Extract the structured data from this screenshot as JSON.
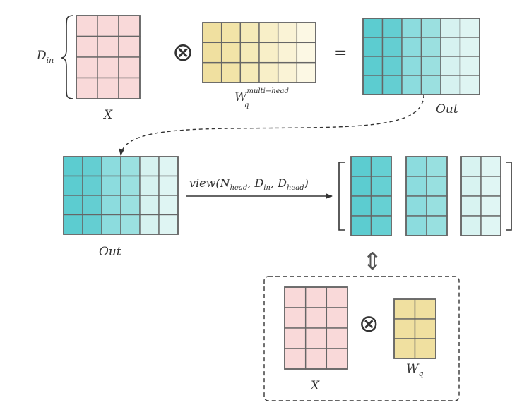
{
  "labels": {
    "d_in": {
      "base": "D",
      "sub": "in"
    },
    "x_top": "X",
    "wq_multi": {
      "base": "W",
      "sub": "q",
      "sup": "multi−head"
    },
    "out_top": "Out",
    "out_mid": "Out",
    "equals": "=",
    "view_call": {
      "fn": "view(",
      "a1": {
        "base": "N",
        "sub": "head"
      },
      "a2": {
        "base": "D",
        "sub": "in"
      },
      "a3": {
        "base": "D",
        "sub": "head"
      },
      "sep": ", ",
      "close": ")"
    },
    "x_box": "X",
    "wq_box": {
      "base": "W",
      "sub": "q"
    }
  },
  "operators": {
    "tensor_product": "⊗",
    "equivalence_arrow": "⇕"
  },
  "grids": {
    "x_top": {
      "rows": 4,
      "cols": 3,
      "colors": [
        "#f9d9d9"
      ]
    },
    "wq_multi": {
      "rows": 3,
      "cols": 6,
      "colors": [
        "#f0e0a0",
        "#f2e4a8",
        "#f5eab8",
        "#f8efc8",
        "#faf3d6",
        "#fcf8e4"
      ]
    },
    "out_top": {
      "rows": 4,
      "cols": 6,
      "colors": [
        "#5cccd0",
        "#64ced2",
        "#8cdcde",
        "#9be0e0",
        "#d6f2f0",
        "#dff5f3"
      ]
    },
    "out_mid": {
      "rows": 4,
      "cols": 6,
      "colors": [
        "#5cccd0",
        "#64ced2",
        "#8cdcde",
        "#9be0e0",
        "#d6f2f0",
        "#dff5f3"
      ]
    },
    "head_1": {
      "rows": 4,
      "cols": 2,
      "colors": [
        "#5cccd0",
        "#66d0d3"
      ]
    },
    "head_2": {
      "rows": 4,
      "cols": 2,
      "colors": [
        "#8cdcde",
        "#98e0e0"
      ]
    },
    "head_3": {
      "rows": 4,
      "cols": 2,
      "colors": [
        "#d8f3f1",
        "#e0f6f4"
      ]
    },
    "x_box": {
      "rows": 4,
      "cols": 3,
      "colors": [
        "#f9d9d9"
      ]
    },
    "wq_box": {
      "rows": 3,
      "cols": 2,
      "colors": [
        "#f0e0a0"
      ]
    }
  },
  "style": {
    "grid_stroke": "#666666",
    "line_color": "#333333",
    "text_color": "#333333"
  }
}
